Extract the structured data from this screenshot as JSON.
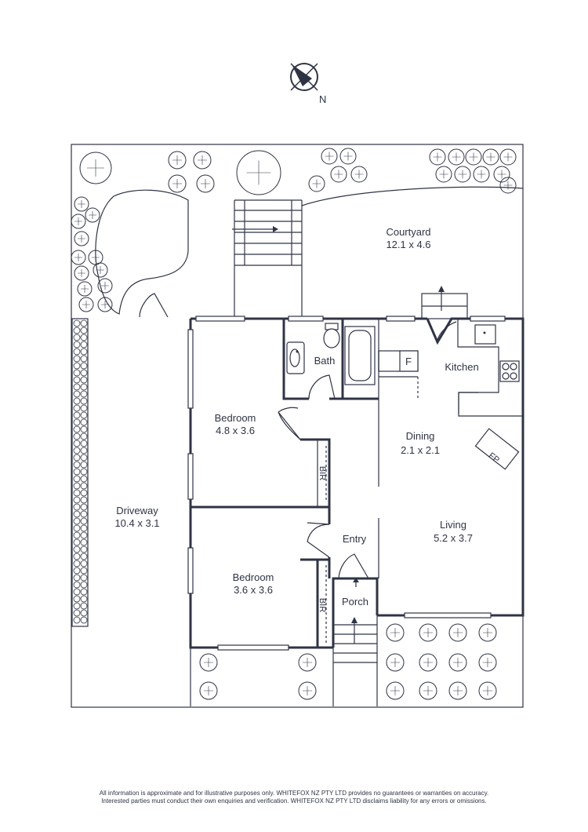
{
  "compass": {
    "label": "N"
  },
  "rooms": {
    "courtyard": {
      "name": "Courtyard",
      "size": "12.1 x 4.6"
    },
    "bath": {
      "name": "Bath"
    },
    "fridge": {
      "name": "F"
    },
    "kitchen": {
      "name": "Kitchen"
    },
    "bedroom1": {
      "name": "Bedroom",
      "size": "4.8 x 3.6"
    },
    "bir1": {
      "name": "BIR"
    },
    "dining": {
      "name": "Dining",
      "size": "2.1 x 2.1"
    },
    "fireplace": {
      "name": "FP"
    },
    "driveway": {
      "name": "Driveway",
      "size": "10.4 x 3.1"
    },
    "living": {
      "name": "Living",
      "size": "5.2 x 3.7"
    },
    "entry": {
      "name": "Entry"
    },
    "bedroom2": {
      "name": "Bedroom",
      "size": "3.6 x 3.6"
    },
    "bir2": {
      "name": "BIR"
    },
    "porch": {
      "name": "Porch"
    }
  },
  "disclaimer": {
    "line1": "All information is approximate and for illustrative purposes only. WHITEFOX NZ PTY LTD provides no guarantees or warranties on accuracy.",
    "line2": "Interested parties must conduct their own enquiries and verification. WHITEFOX NZ PTY LTD disclaims liability for any errors or omissions."
  }
}
